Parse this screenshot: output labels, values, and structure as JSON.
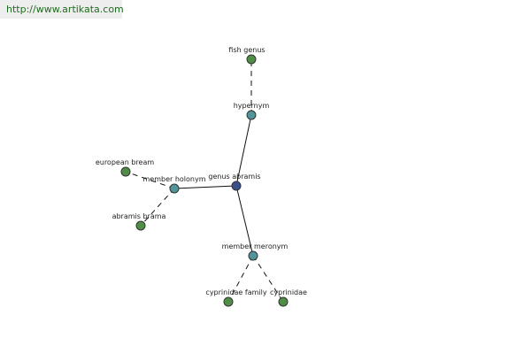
{
  "source": {
    "url_text": "http://www.artikata.com"
  },
  "graph": {
    "colors": {
      "center": "#3b4f8a",
      "relation": "#4f9599",
      "leaf": "#4f8f45",
      "edge": "#111111"
    },
    "nodes": {
      "genus_abramis": {
        "label": "genus abramis",
        "kind": "center"
      },
      "hypernym": {
        "label": "hypernym",
        "kind": "relation"
      },
      "fish_genus": {
        "label": "fish genus",
        "kind": "leaf"
      },
      "member_holonym": {
        "label": "member holonym",
        "kind": "relation"
      },
      "european_bream": {
        "label": "european bream",
        "kind": "leaf"
      },
      "abramis_brama": {
        "label": "abramis brama",
        "kind": "leaf"
      },
      "member_meronym": {
        "label": "member meronym",
        "kind": "relation"
      },
      "cyprinidae_family": {
        "label": "cyprinidae family",
        "kind": "leaf"
      },
      "cyprinidae": {
        "label": "cyprinidae",
        "kind": "leaf"
      }
    },
    "edges": [
      {
        "from": "genus_abramis",
        "to": "hypernym",
        "style": "solid"
      },
      {
        "from": "genus_abramis",
        "to": "member_holonym",
        "style": "solid"
      },
      {
        "from": "genus_abramis",
        "to": "member_meronym",
        "style": "solid"
      },
      {
        "from": "hypernym",
        "to": "fish_genus",
        "style": "dashed"
      },
      {
        "from": "member_holonym",
        "to": "european_bream",
        "style": "dashed"
      },
      {
        "from": "member_holonym",
        "to": "abramis_brama",
        "style": "dashed"
      },
      {
        "from": "member_meronym",
        "to": "cyprinidae_family",
        "style": "dashed"
      },
      {
        "from": "member_meronym",
        "to": "cyprinidae",
        "style": "dashed"
      }
    ]
  }
}
